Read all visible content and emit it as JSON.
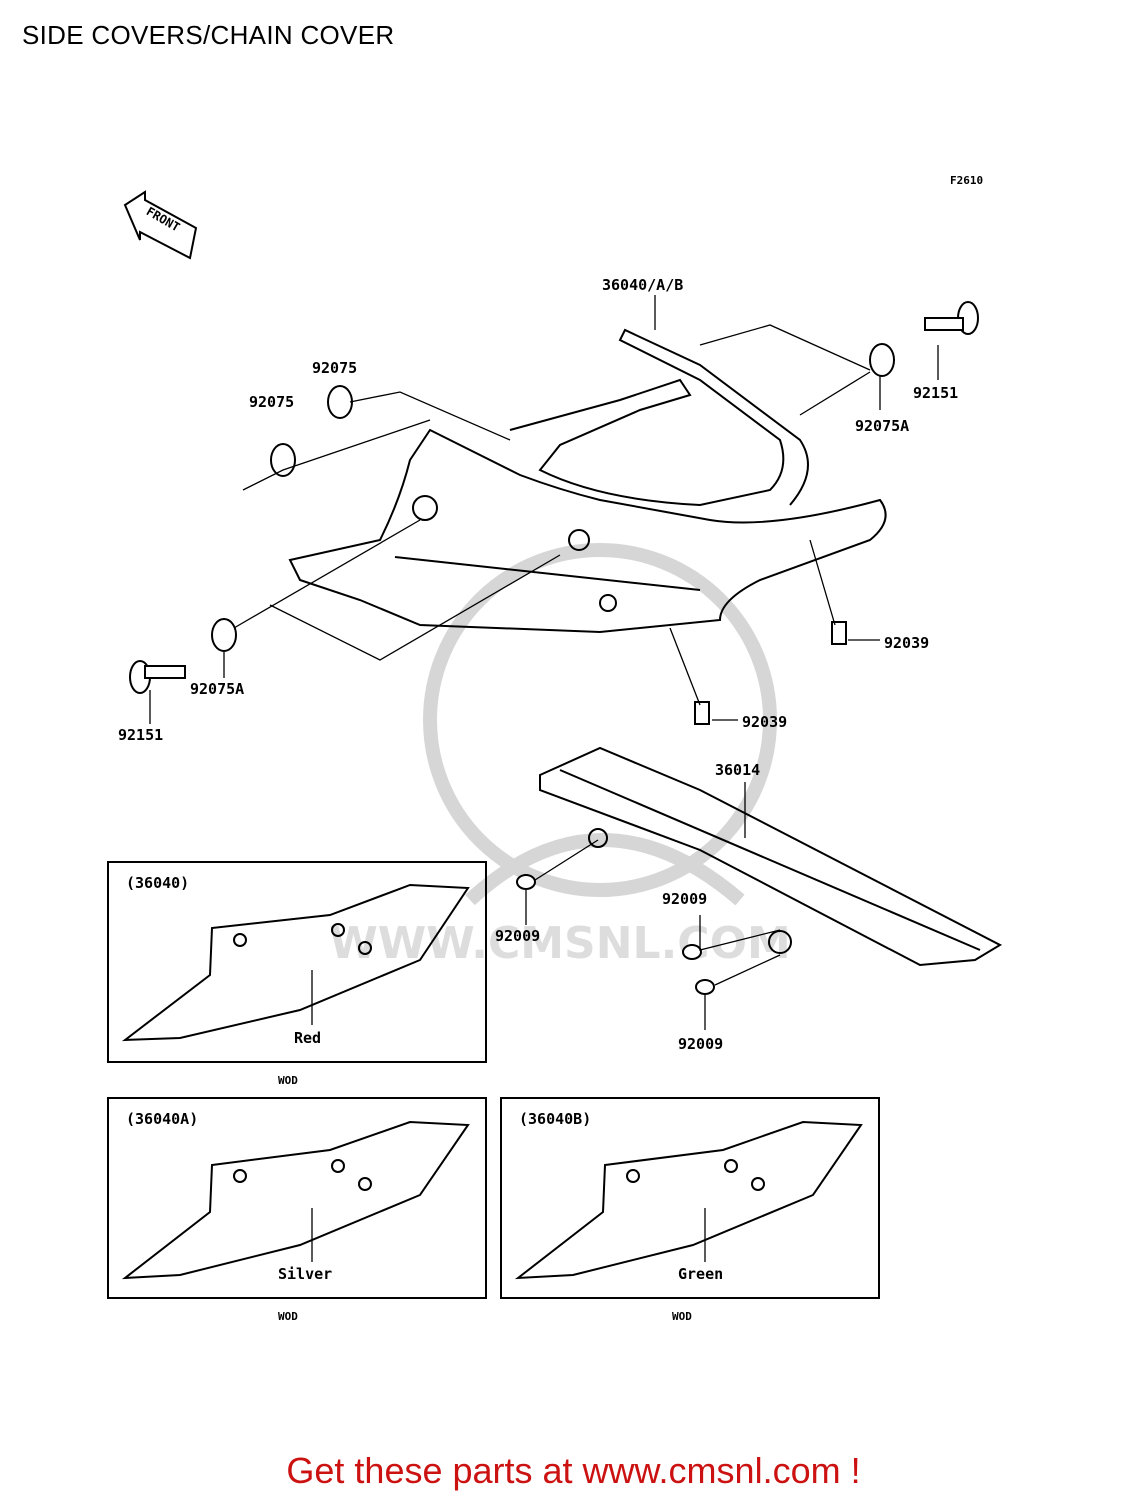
{
  "page": {
    "title": "SIDE COVERS/CHAIN COVER"
  },
  "diagram": {
    "fig_code": "F2610",
    "front_label": "FRONT",
    "watermark": "WWW.CMSNL.COM",
    "parts": {
      "p36040ab": "36040/A/B",
      "p92075_a": "92075",
      "p92075_b": "92075",
      "p92075A_right": "92075A",
      "p92151_right": "92151",
      "p92075A_left": "92075A",
      "p92151_left": "92151",
      "p92039_a": "92039",
      "p92039_b": "92039",
      "p36014": "36014",
      "p92009_a": "92009",
      "p92009_b": "92009",
      "p92009_c": "92009"
    },
    "variants": [
      {
        "code": "(36040)",
        "color": "Red",
        "note": "WOD"
      },
      {
        "code": "(36040A)",
        "color": "Silver",
        "note": "WOD"
      },
      {
        "code": "(36040B)",
        "color": "Green",
        "note": "WOD"
      }
    ]
  },
  "footer": {
    "promo": "Get these parts at www.cmsnl.com !"
  },
  "colors": {
    "promo": "#cc1111",
    "line": "#000000",
    "watermark": "#d6d6d6"
  }
}
